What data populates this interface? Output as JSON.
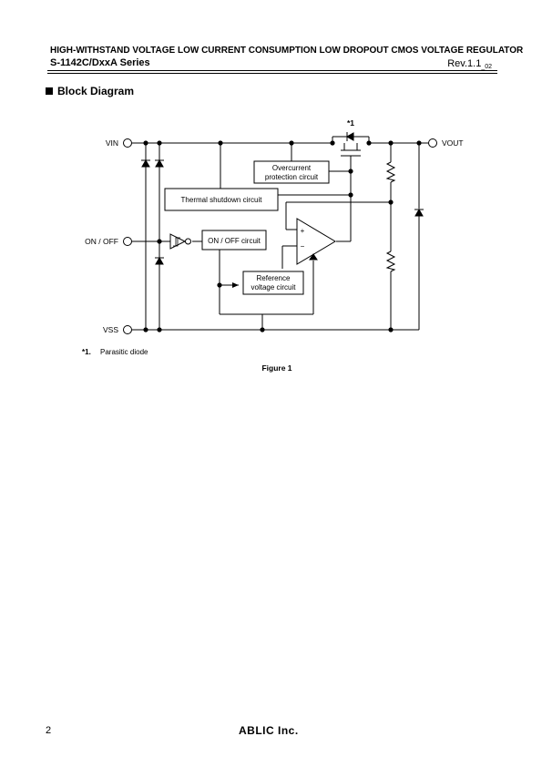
{
  "header": {
    "title": "HIGH-WITHSTAND VOLTAGE LOW CURRENT CONSUMPTION LOW DROPOUT CMOS VOLTAGE REGULATOR",
    "series": "S-1142C/DxxA Series",
    "rev_main": "Rev.1.1",
    "rev_sub": "_02"
  },
  "section": {
    "title": "Block Diagram"
  },
  "diagram": {
    "pins": {
      "vin": "VIN",
      "vout": "VOUT",
      "on_off": "ON / OFF",
      "vss": "VSS"
    },
    "blocks": {
      "overcurrent": [
        "Overcurrent",
        "protection circuit"
      ],
      "thermal": "Thermal shutdown circuit",
      "on_off_circuit": "ON / OFF circuit",
      "reference": [
        "Reference",
        "voltage circuit"
      ]
    },
    "amp": {
      "plus": "+",
      "minus": "−"
    },
    "mark": "*1",
    "footnote": {
      "mark": "*1.",
      "text": "Parasitic diode"
    }
  },
  "figure": {
    "caption": "Figure 1"
  },
  "footer": {
    "page_number": "2",
    "logo": "ABLIC Inc."
  }
}
